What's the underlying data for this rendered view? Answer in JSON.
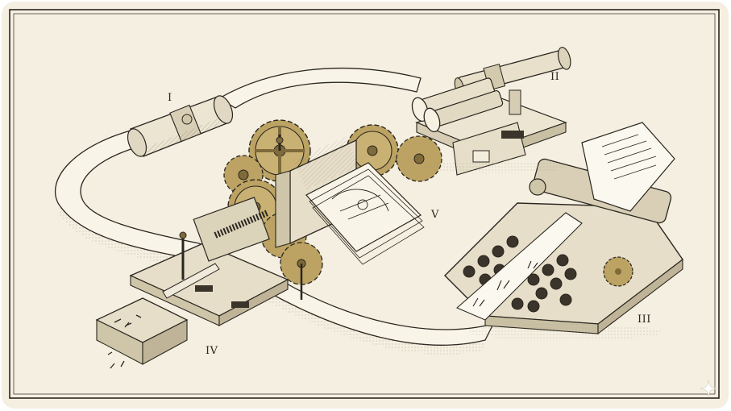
{
  "labels": {
    "stage1": "I",
    "stage2": "II",
    "stage3": "III",
    "stage4": "IV",
    "stage5": "V"
  },
  "colors": {
    "paper": "#f4efe0",
    "ink": "#2a2620",
    "brass": "#b59b5c",
    "brass_dark": "#7e6a3a",
    "shadow": "#cfc7b2"
  },
  "icons": {
    "corner": "sparkle-icon"
  }
}
